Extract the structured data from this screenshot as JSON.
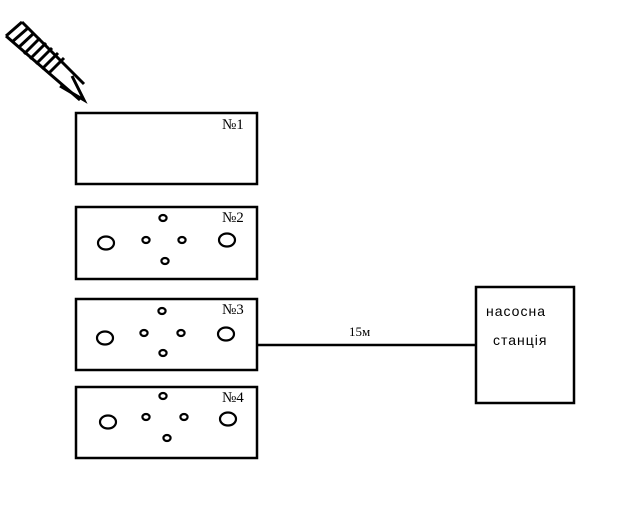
{
  "plots": [
    {
      "label": "№1"
    },
    {
      "label": "№2"
    },
    {
      "label": "№3"
    },
    {
      "label": "№4"
    }
  ],
  "pipe": {
    "distance_label": "15м"
  },
  "station": {
    "line1": "насосна",
    "line2": "станція"
  },
  "icons": {
    "direction": "hatched-arrow-icon"
  }
}
